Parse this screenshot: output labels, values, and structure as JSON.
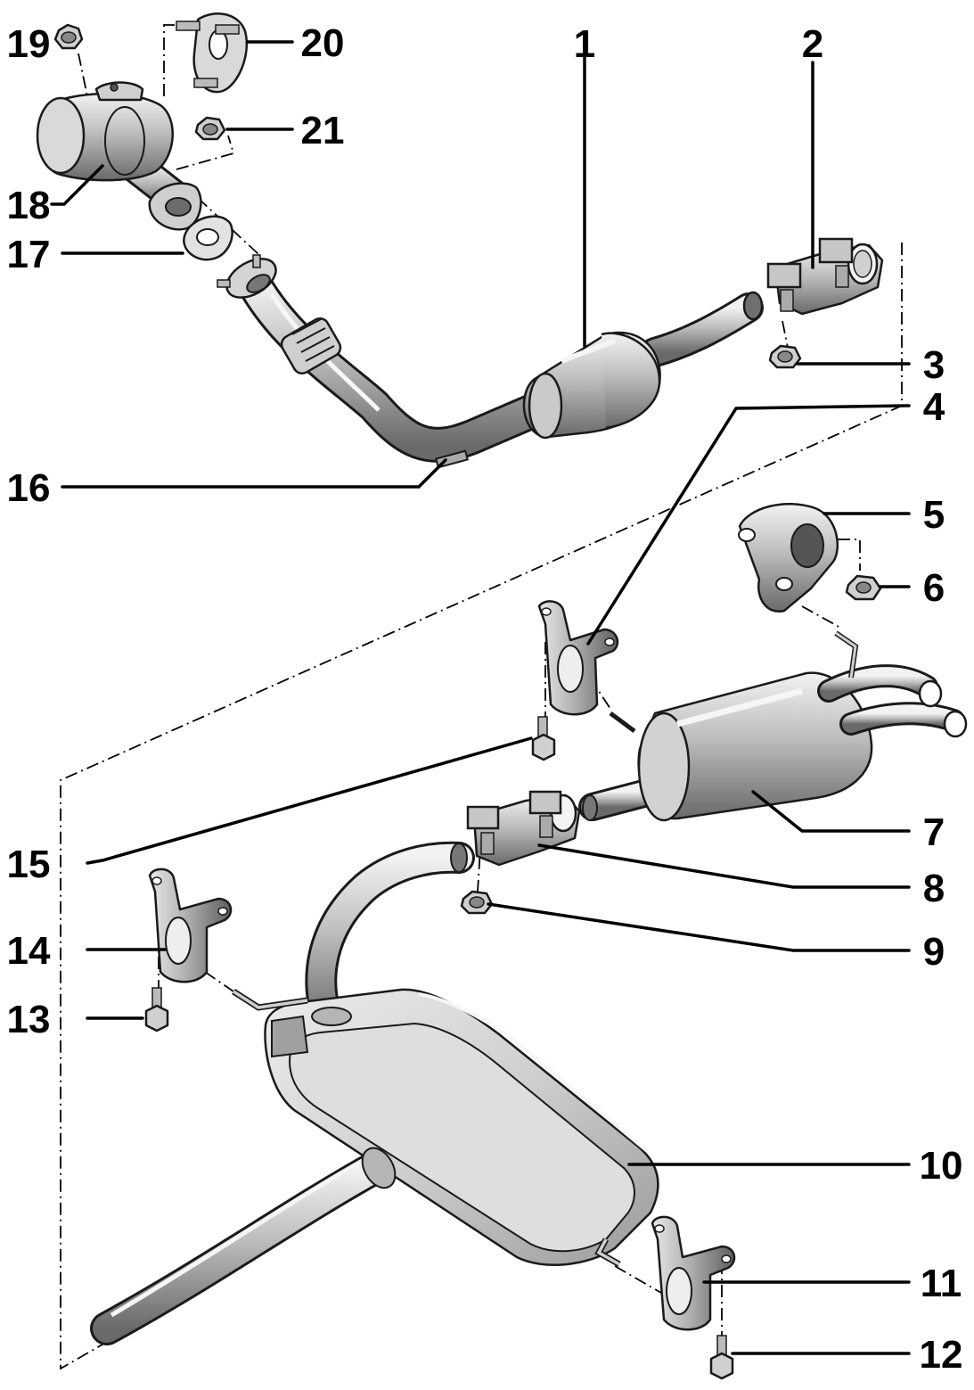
{
  "callouts": [
    {
      "id": "1",
      "label": "1"
    },
    {
      "id": "2",
      "label": "2"
    },
    {
      "id": "3",
      "label": "3"
    },
    {
      "id": "4",
      "label": "4"
    },
    {
      "id": "5",
      "label": "5"
    },
    {
      "id": "6",
      "label": "6"
    },
    {
      "id": "7",
      "label": "7"
    },
    {
      "id": "8",
      "label": "8"
    },
    {
      "id": "9",
      "label": "9"
    },
    {
      "id": "10",
      "label": "10"
    },
    {
      "id": "11",
      "label": "11"
    },
    {
      "id": "12",
      "label": "12"
    },
    {
      "id": "13",
      "label": "13"
    },
    {
      "id": "14",
      "label": "14"
    },
    {
      "id": "15",
      "label": "15"
    },
    {
      "id": "16",
      "label": "16"
    },
    {
      "id": "17",
      "label": "17"
    },
    {
      "id": "18",
      "label": "18"
    },
    {
      "id": "19",
      "label": "19"
    },
    {
      "id": "20",
      "label": "20"
    },
    {
      "id": "21",
      "label": "21"
    }
  ],
  "colors": {
    "part_light": "#e6e6e6",
    "part_mid": "#b3b3b3",
    "part_dark": "#6e6e6e",
    "ink": "#000000",
    "background": "#ffffff"
  }
}
